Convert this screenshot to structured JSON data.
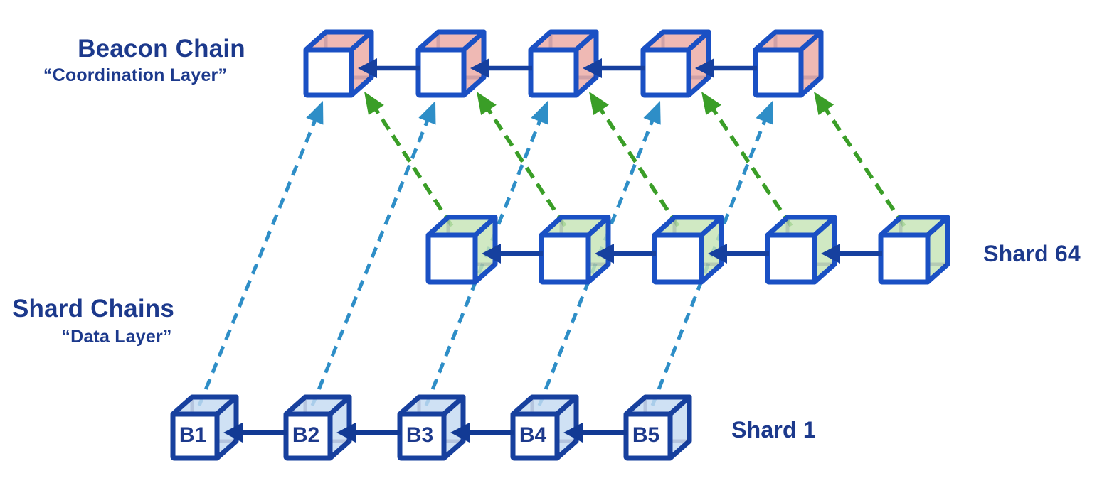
{
  "diagram": {
    "beacon_chain": {
      "title": "Beacon Chain",
      "subtitle": "“Coordination Layer”",
      "block_count": 5
    },
    "shard_chains": {
      "title": "Shard Chains",
      "subtitle": "“Data Layer”"
    },
    "shard64": {
      "label": "Shard 64",
      "block_count": 5
    },
    "shard1": {
      "label": "Shard 1",
      "blocks": [
        "B1",
        "B2",
        "B3",
        "B4",
        "B5"
      ]
    },
    "colors": {
      "text_navy": "#1c398c",
      "cube_outline_royal": "#1a50c4",
      "cube_outline_navy": "#17409e",
      "beacon_block_fill": "#eba9a4",
      "shard64_block_fill": "#c6e4b6",
      "shard1_block_fill": "#c4dbf1",
      "chain_arrow": "#16409f",
      "shard1_chain_arrow": "#123a94",
      "crosslink_teal": "#2e8ec7",
      "crosslink_green": "#3a9e27",
      "inner_edge": "rgba(20,20,90,0.14)"
    }
  }
}
